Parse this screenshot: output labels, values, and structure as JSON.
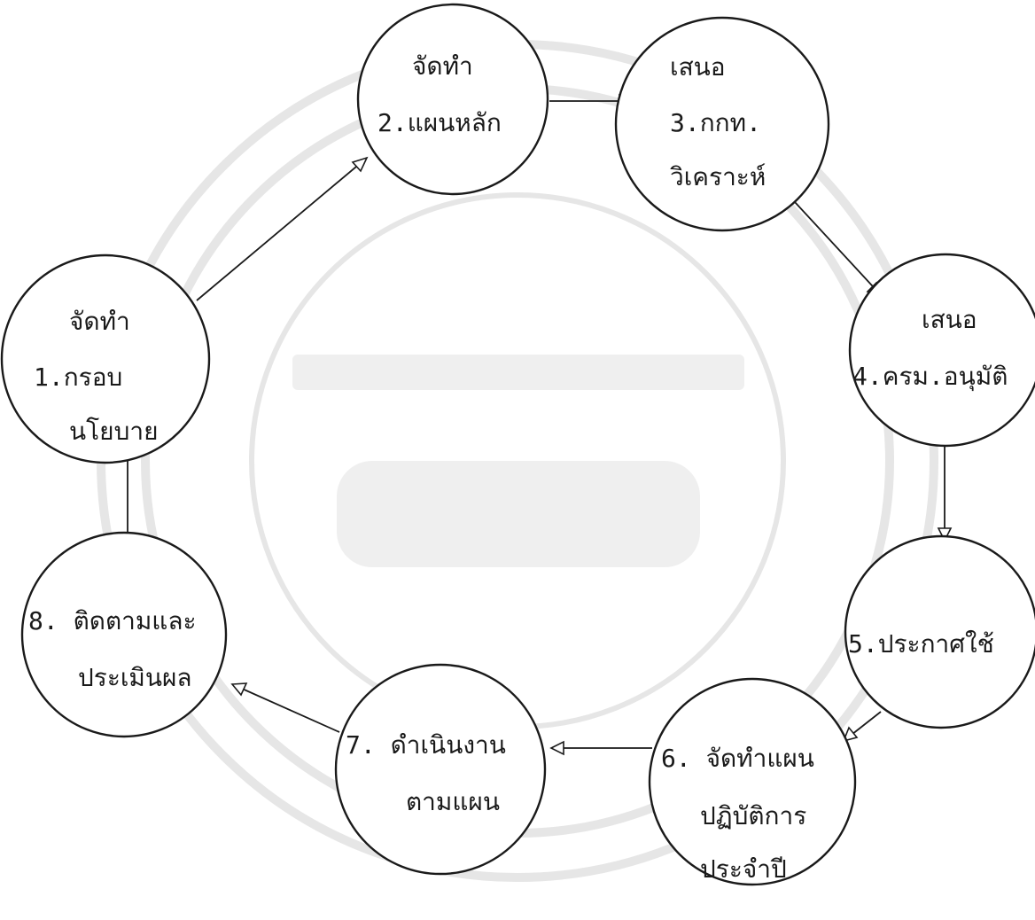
{
  "diagram": {
    "nodes": [
      {
        "id": "n1",
        "lines": [
          "จัดทำ",
          "1.กรอบ",
          "นโยบาย"
        ]
      },
      {
        "id": "n2",
        "lines": [
          "จัดทำ",
          "2.แผนหลัก"
        ]
      },
      {
        "id": "n3",
        "lines": [
          "เสนอ",
          "3.กกท.",
          "วิเคราะห์"
        ]
      },
      {
        "id": "n4",
        "lines": [
          "เสนอ",
          "4.ครม.อนุมัติ"
        ]
      },
      {
        "id": "n5",
        "lines": [
          "5.ประกาศใช้"
        ]
      },
      {
        "id": "n6",
        "lines": [
          "6. จัดทำแผน",
          "ปฏิบัติการ",
          "ประจำปี"
        ]
      },
      {
        "id": "n7",
        "lines": [
          "7. ดำเนินงาน",
          "ตามแผน"
        ]
      },
      {
        "id": "n8",
        "lines": [
          "8. ติดตามและ",
          "ประเมินผล"
        ]
      }
    ],
    "edges": [
      {
        "from": "n1",
        "to": "n2"
      },
      {
        "from": "n2",
        "to": "n3"
      },
      {
        "from": "n3",
        "to": "n4"
      },
      {
        "from": "n4",
        "to": "n5"
      },
      {
        "from": "n5",
        "to": "n6"
      },
      {
        "from": "n6",
        "to": "n7"
      },
      {
        "from": "n7",
        "to": "n8"
      },
      {
        "from": "n8",
        "to": "n1"
      }
    ]
  }
}
